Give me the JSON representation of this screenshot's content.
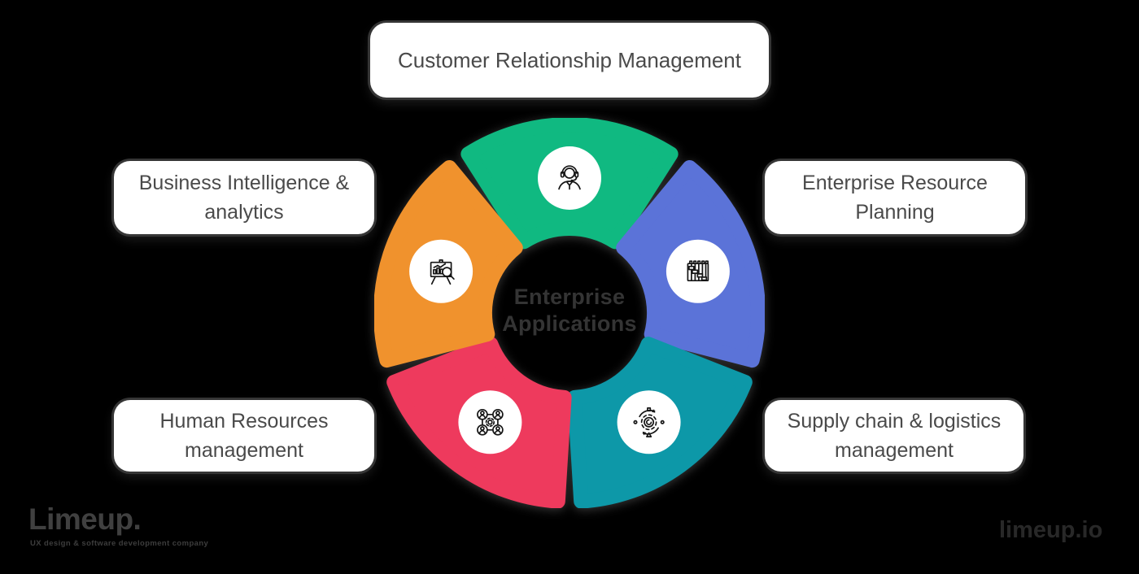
{
  "title": {
    "line1": "Enterprise",
    "line2": "Applications"
  },
  "segments": {
    "crm": {
      "label": "Customer Relationship Management",
      "color": "#10b981",
      "icon": "customer-support-agent-icon"
    },
    "erp": {
      "label": "Enterprise Resource Planning",
      "color": "#5b73d8",
      "icon": "gantt-schedule-icon"
    },
    "scm": {
      "label": "Supply chain & logistics management",
      "color": "#0d98a8",
      "icon": "process-automation-gear-icon"
    },
    "hrm": {
      "label": "Human Resources management",
      "color": "#ee3a5d",
      "icon": "people-network-gear-icon"
    },
    "bi": {
      "label": "Business Intelligence & analytics",
      "color": "#f0922d",
      "icon": "analytics-presentation-icon"
    }
  },
  "footer": {
    "logo": "Limeup.",
    "tagline": "UX design & software development company",
    "site": "limeup.io"
  }
}
